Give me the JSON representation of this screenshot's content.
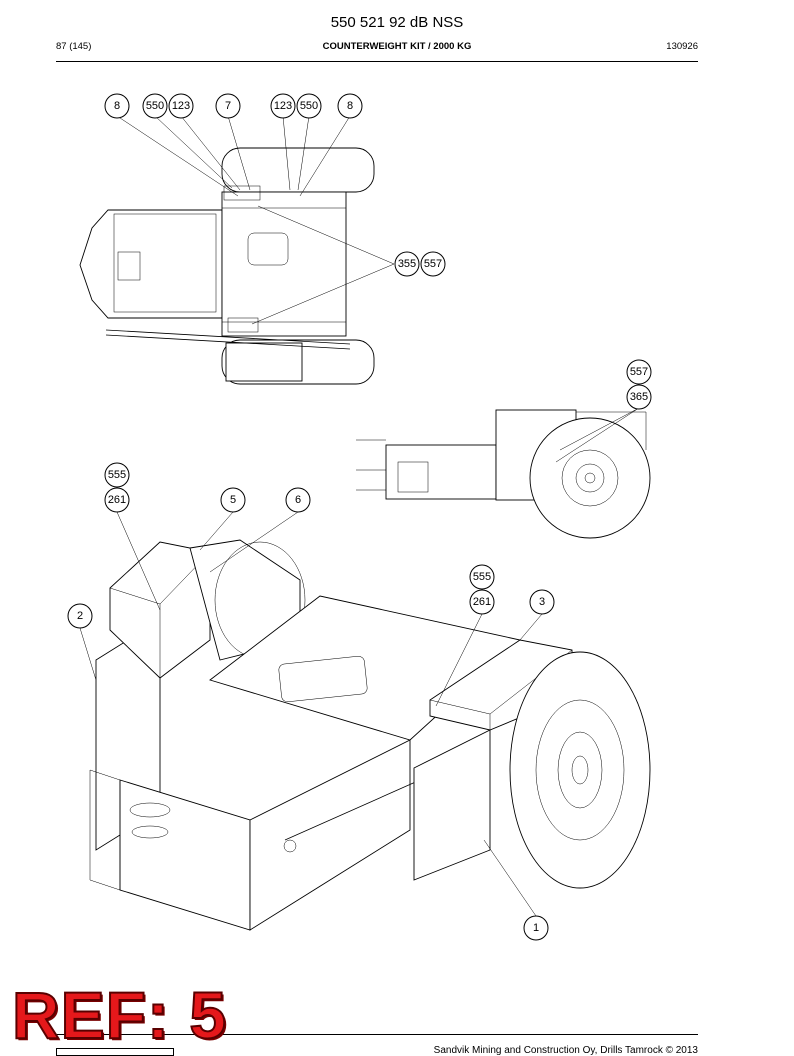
{
  "header": {
    "title": "550 521 92 dB NSS",
    "page": "87 (145)",
    "subtitle": "COUNTERWEIGHT KIT / 2000 KG",
    "date": "130926"
  },
  "callouts": {
    "top_view": [
      "8",
      "550",
      "123",
      "7",
      "123",
      "550",
      "8",
      "355",
      "557"
    ],
    "side_view": [
      "557",
      "365"
    ],
    "iso_view": [
      "555",
      "261",
      "5",
      "6",
      "2",
      "555",
      "261",
      "3",
      "1"
    ]
  },
  "stamp": {
    "text": "REF: 5"
  },
  "footer": {
    "text": "Sandvik Mining and Construction Oy, Drills Tamrock © 2013"
  }
}
